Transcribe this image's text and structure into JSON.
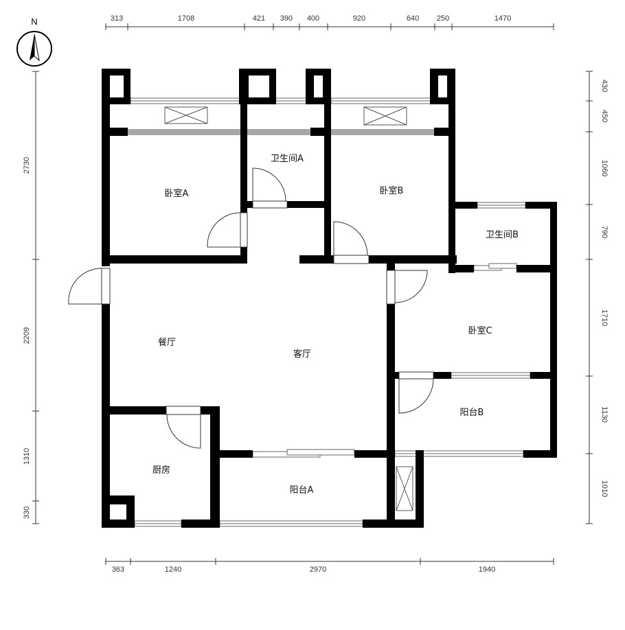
{
  "compass": {
    "label": "N"
  },
  "dims": {
    "top": [
      "313",
      "1708",
      "421",
      "390",
      "400",
      "920",
      "640",
      "250",
      "1470"
    ],
    "bottom": [
      "363",
      "1240",
      "2970",
      "1940"
    ],
    "left": [
      "2730",
      "2209",
      "1310",
      "330"
    ],
    "right": [
      "430",
      "450",
      "1060",
      "790",
      "1710",
      "1130",
      "1010"
    ]
  },
  "rooms": {
    "bedroom_a": "卧室A",
    "bath_a": "卫生间A",
    "bedroom_b": "卧室B",
    "bath_b": "卫生间B",
    "bedroom_c": "卧室C",
    "dining": "餐厅",
    "living": "客厅",
    "balcony_b": "阳台B",
    "kitchen": "厨房",
    "balcony_a": "阳台A"
  }
}
